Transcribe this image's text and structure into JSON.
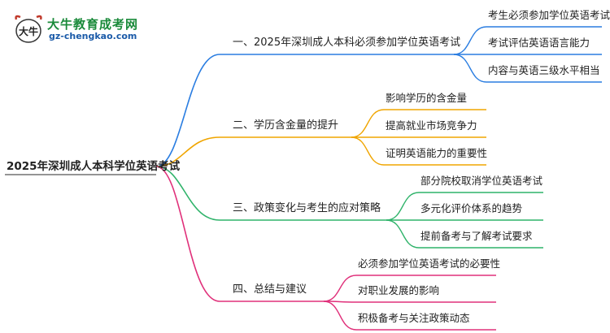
{
  "logo": {
    "name": "大牛教育成考网",
    "url": "gz-chengkao.com",
    "mark_text": "大牛"
  },
  "root": {
    "label": "2025年深圳成人本科学位英语考试"
  },
  "branches": [
    {
      "label": "一、2025年深圳成人本科必须参加学位英语考试",
      "color": "#2a7de1",
      "children": [
        "考生必须参加学位英语考试",
        "考试评估英语语言能力",
        "内容与英语三级水平相当"
      ]
    },
    {
      "label": "二、学历含金量的提升",
      "color": "#f0a500",
      "children": [
        "影响学历的含金量",
        "提高就业市场竞争力",
        "证明英语能力的重要性"
      ]
    },
    {
      "label": "三、政策变化与考生的应对策略",
      "color": "#2fb36a",
      "children": [
        "部分院校取消学位英语考试",
        "多元化评价体系的趋势",
        "提前备考与了解考试要求"
      ]
    },
    {
      "label": "四、总结与建议",
      "color": "#e0307a",
      "children": [
        "必须参加学位英语考试的必要性",
        "对职业发展的影响",
        "积极备考与关注政策动态"
      ]
    }
  ]
}
